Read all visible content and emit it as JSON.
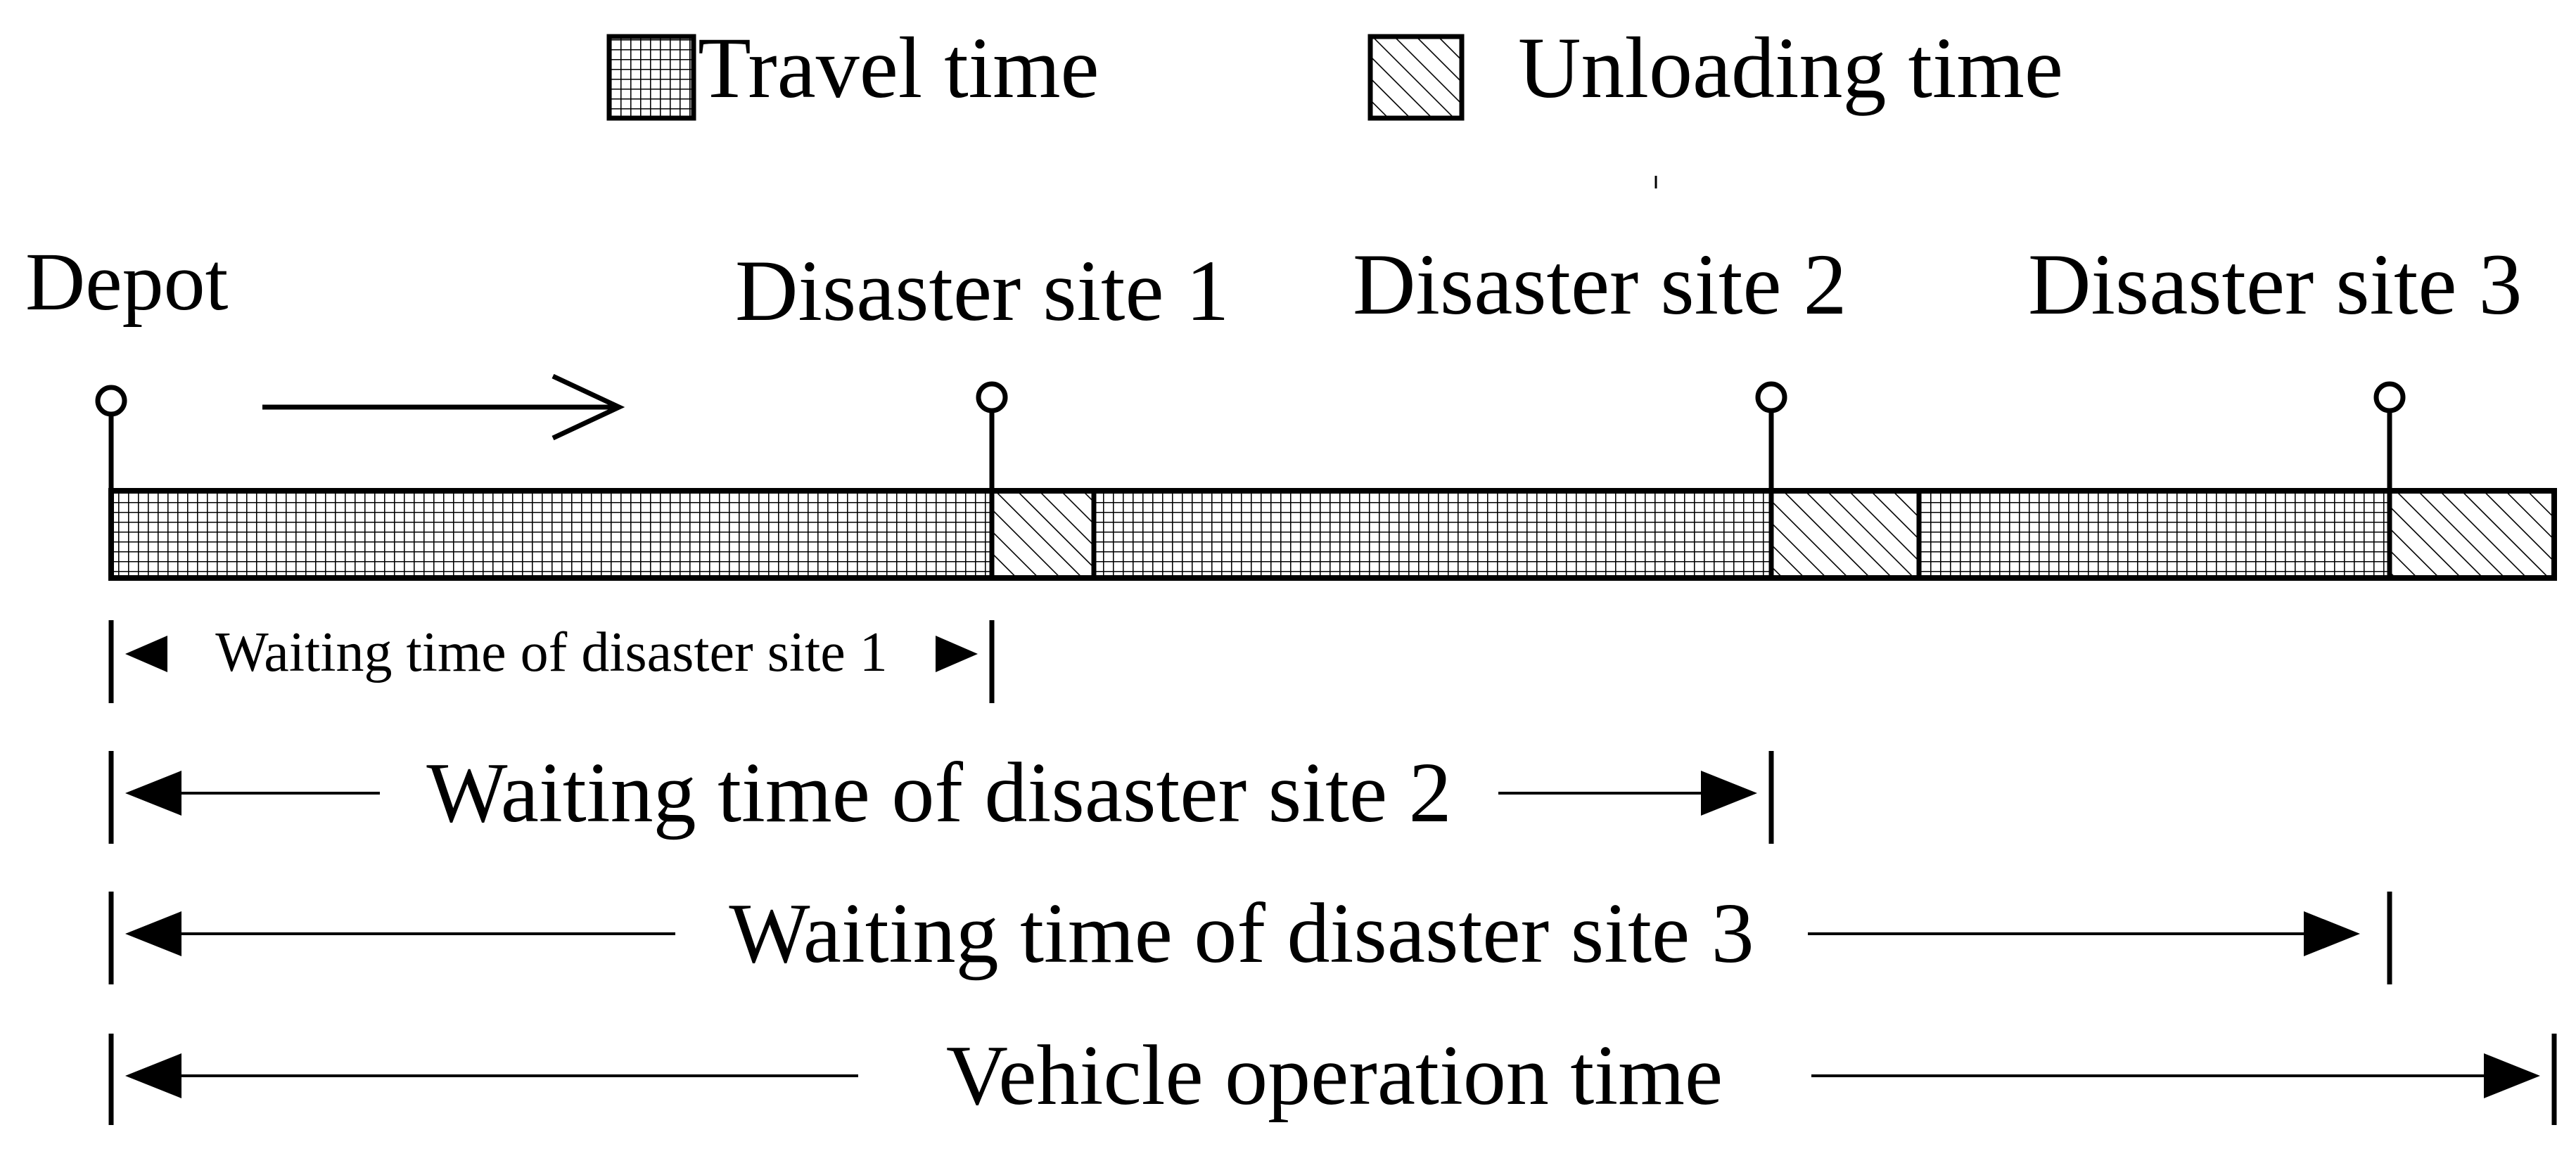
{
  "legend": {
    "travel_label": "Travel time",
    "unloading_label": "Unloading time"
  },
  "stops": [
    {
      "id": "depot",
      "label": "Depot"
    },
    {
      "id": "site1",
      "label": "Disaster site 1"
    },
    {
      "id": "site2",
      "label": "Disaster site 2"
    },
    {
      "id": "site3",
      "label": "Disaster site 3"
    }
  ],
  "timeline": [
    {
      "kind": "travel",
      "to": "Disaster site 1"
    },
    {
      "kind": "unloading",
      "at": "Disaster site 1"
    },
    {
      "kind": "travel",
      "to": "Disaster site 2"
    },
    {
      "kind": "unloading",
      "at": "Disaster site 2"
    },
    {
      "kind": "travel",
      "to": "Disaster site 3"
    },
    {
      "kind": "unloading",
      "at": "Disaster site 3"
    }
  ],
  "spans": [
    {
      "id": "wait1",
      "label": "Waiting time of disaster site 1",
      "from": "Depot",
      "to": "Disaster site 1"
    },
    {
      "id": "wait2",
      "label": "Waiting time of disaster site 2",
      "from": "Depot",
      "to": "Disaster site 2"
    },
    {
      "id": "wait3",
      "label": "Waiting time of disaster site 3",
      "from": "Depot",
      "to": "Disaster site 3"
    },
    {
      "id": "operation",
      "label": "Vehicle operation time",
      "from": "Depot",
      "to": "end of unloading at Disaster site 3"
    }
  ],
  "colors": {
    "line": "#000000",
    "background": "#ffffff"
  }
}
